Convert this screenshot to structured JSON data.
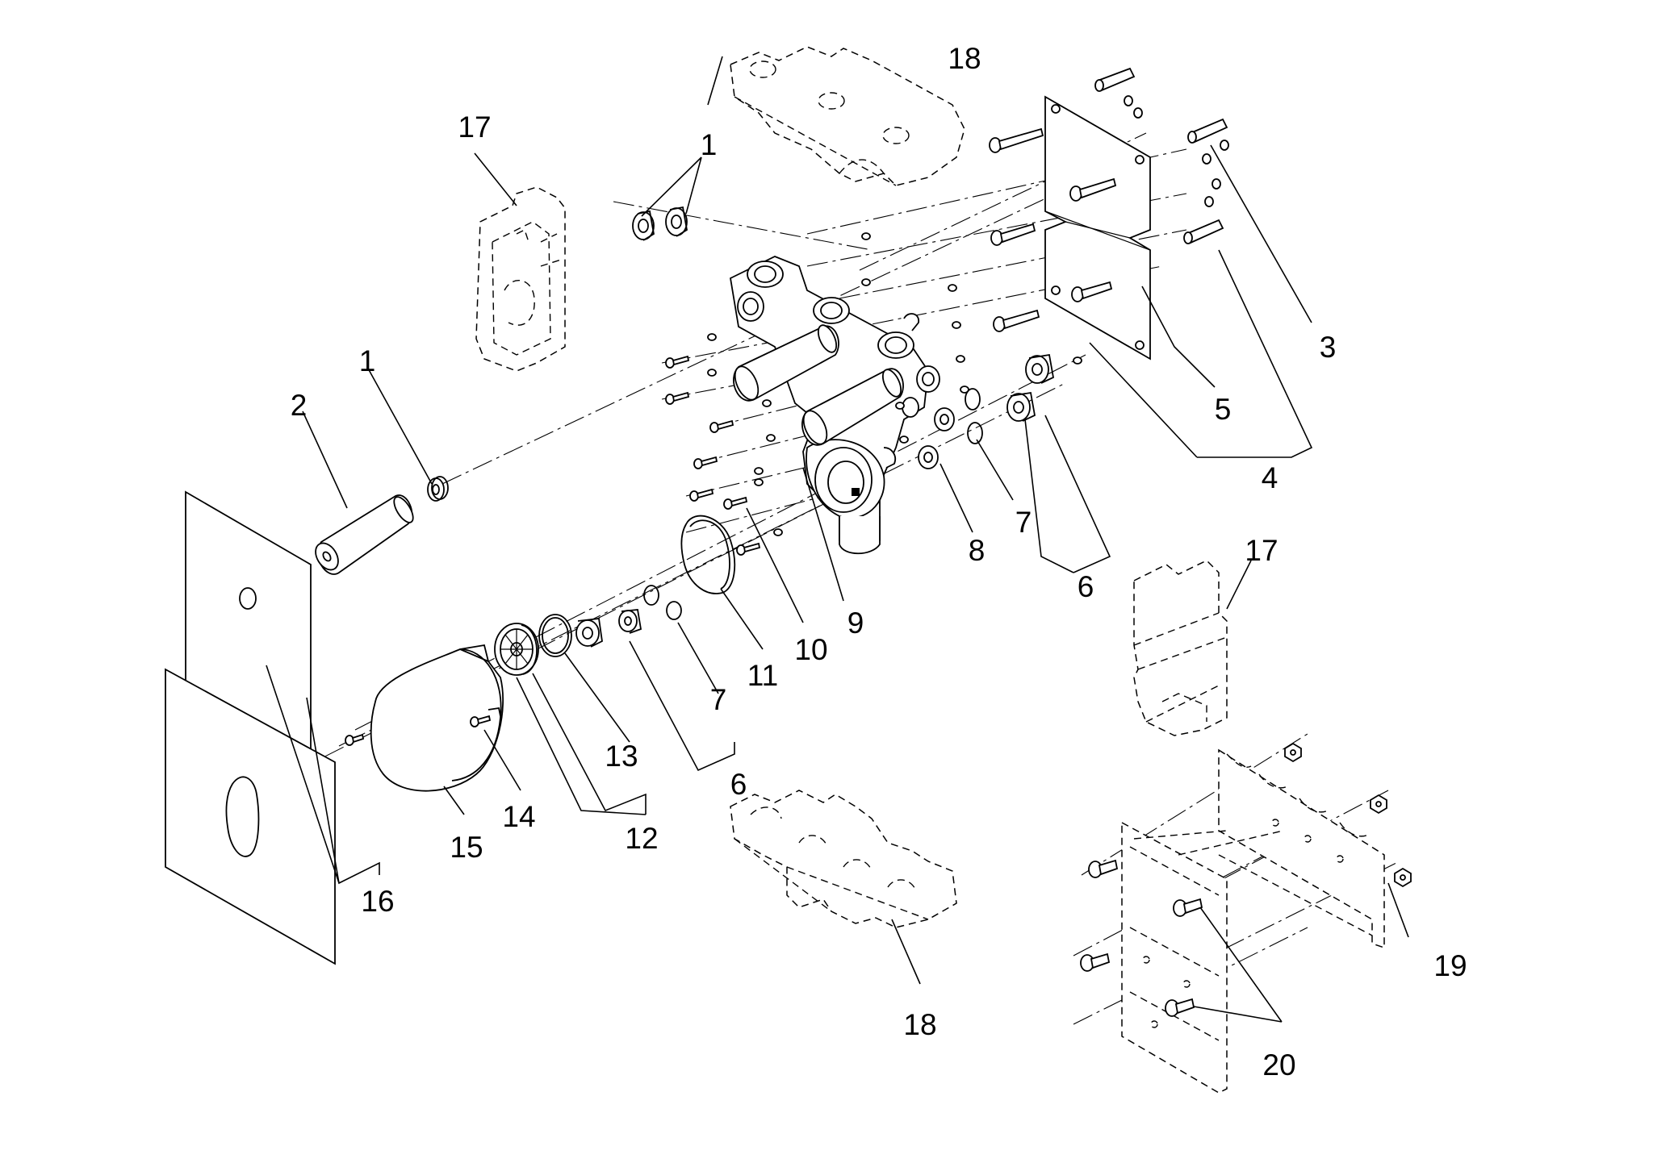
{
  "callouts": {
    "c1a": "1",
    "c1b": "1",
    "c2": "2",
    "c3": "3",
    "c4": "4",
    "c5": "5",
    "c6a": "6",
    "c6b": "6",
    "c7a": "7",
    "c7b": "7",
    "c8": "8",
    "c9": "9",
    "c10": "10",
    "c11": "11",
    "c12": "12",
    "c13": "13",
    "c14": "14",
    "c15": "15",
    "c16": "16",
    "c17a": "17",
    "c17b": "17",
    "c18a": "18",
    "c18b": "18",
    "c19": "19",
    "c20": "20"
  },
  "colors": {
    "line": "#000000",
    "background": "#ffffff"
  }
}
